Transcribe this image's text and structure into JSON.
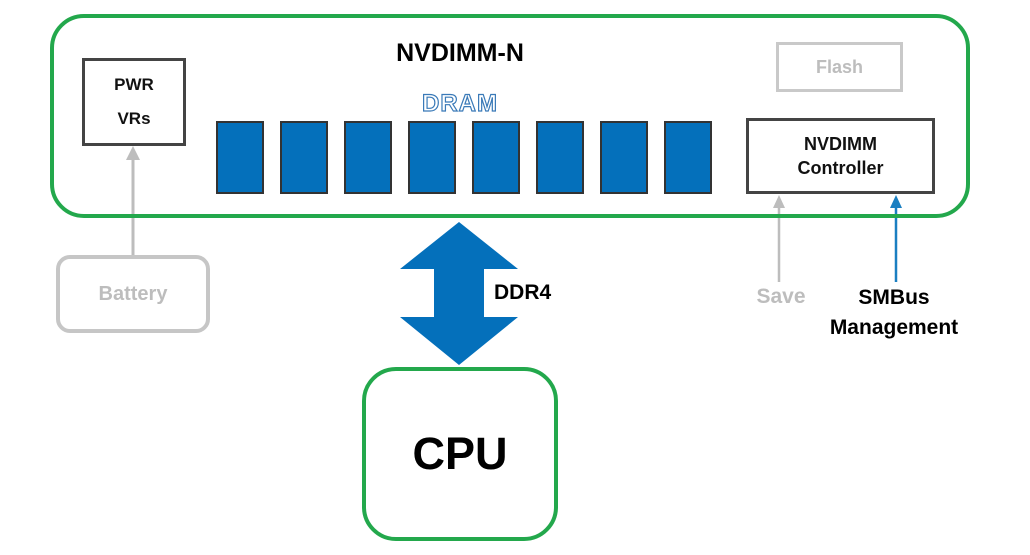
{
  "module": {
    "title": "NVDIMM-N"
  },
  "pwr": {
    "line1": "PWR",
    "line2": "VRs"
  },
  "dram": {
    "label": "DRAM",
    "chip_count": 8
  },
  "flash": {
    "label": "Flash"
  },
  "controller": {
    "line1": "NVDIMM",
    "line2": "Controller"
  },
  "battery": {
    "label": "Battery"
  },
  "bus": {
    "label": "DDR4"
  },
  "save": {
    "label": "Save"
  },
  "smbus": {
    "line1": "SMBus",
    "line2": "Management"
  },
  "cpu": {
    "label": "CPU"
  },
  "colors": {
    "green_border": "#23a84c",
    "dram_blue": "#0470bb",
    "arrow_blue": "#1a7fc1",
    "inactive_gray": "#bdbdbd"
  }
}
